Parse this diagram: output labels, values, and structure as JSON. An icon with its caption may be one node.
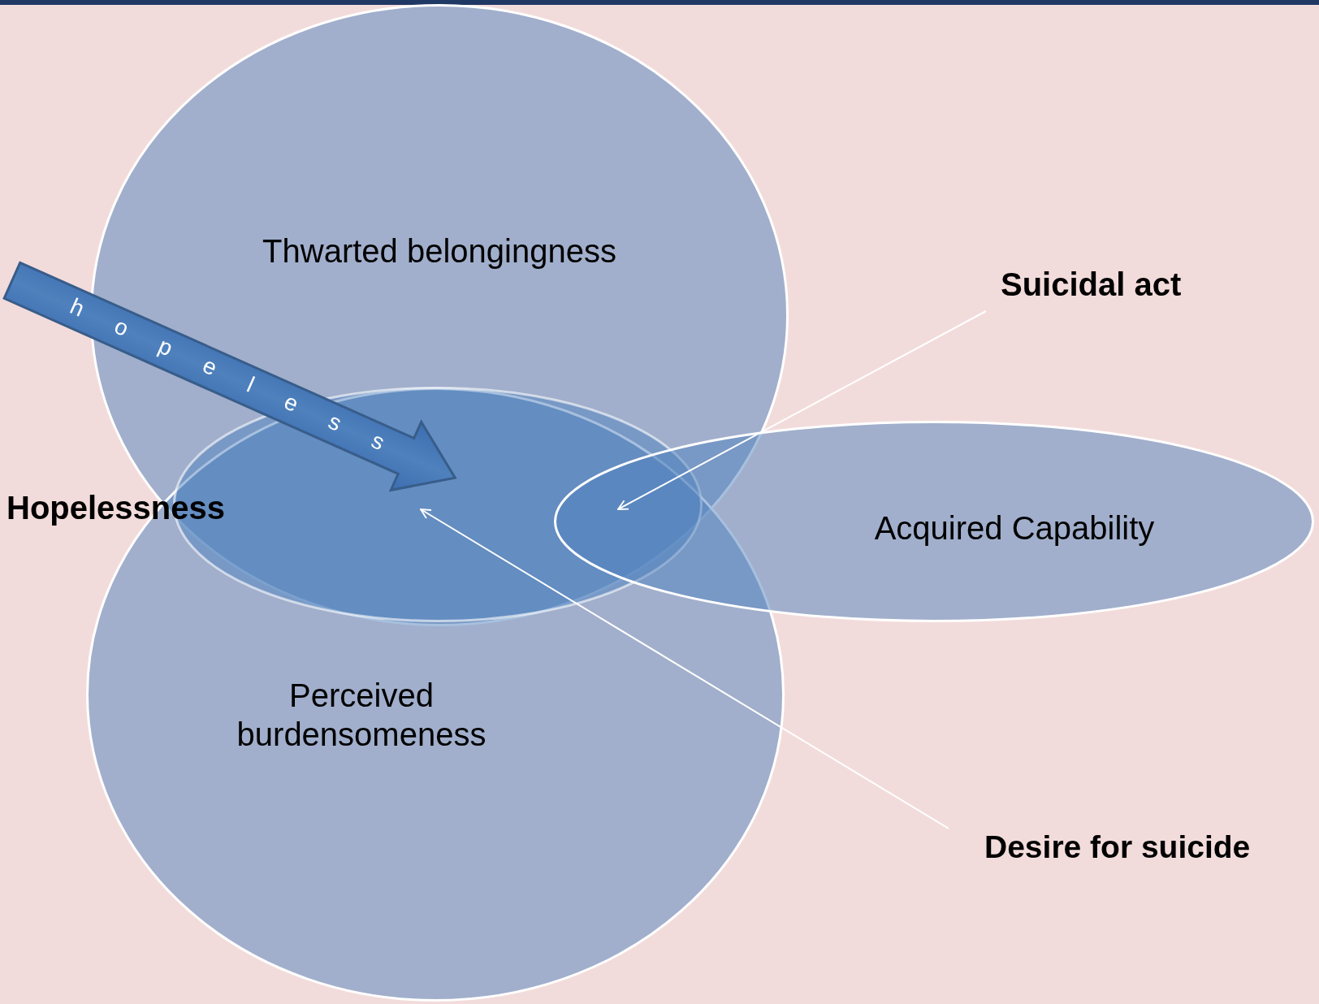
{
  "diagram": {
    "nodes": [
      {
        "text": [
          "Thwarted belongingness"
        ]
      },
      {
        "text": [
          "Perceived burdensomeness"
        ]
      },
      {
        "text": [],
        "shape": "ellipse"
      },
      {
        "text": [
          "Acquired Capability"
        ]
      },
      {
        "text": [
          "hopeless"
        ]
      },
      {
        "text": [
          "Suicidal act"
        ]
      },
      {
        "text": [
          "Desire for suicide"
        ]
      }
    ],
    "edges": [
      {
        "from": 5,
        "to": 2,
        "arrow": "to"
      },
      {
        "from": 6,
        "to": 2,
        "arrow": "to"
      }
    ],
    "labels": [
      "Hopelessness"
    ]
  }
}
